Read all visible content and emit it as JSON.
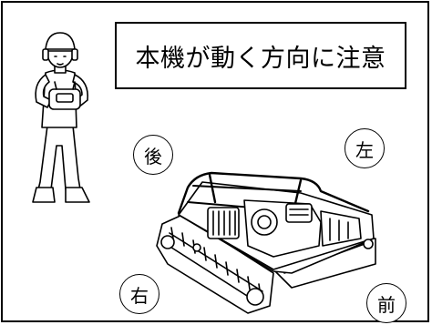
{
  "title": "本機が動く方向に注意",
  "directions": {
    "rear": "後",
    "left": "左",
    "right": "右",
    "front": "前"
  },
  "icons": [
    "operator-figure",
    "crawler-mower-machine"
  ],
  "colors": {
    "line": "#000000",
    "background": "#ffffff"
  }
}
